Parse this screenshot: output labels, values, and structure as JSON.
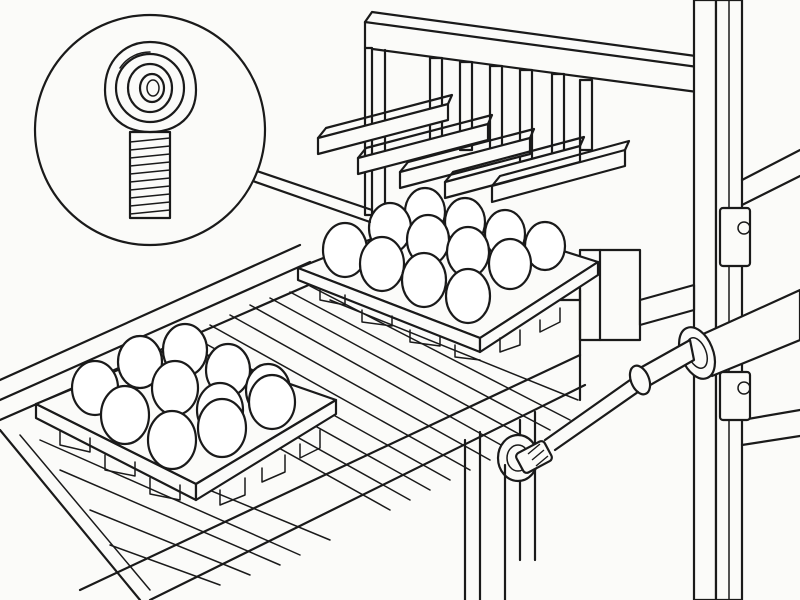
{
  "scene": {
    "style": "black line-art illustration",
    "background_color": "#fbfbf9",
    "line_color": "#1a1a1a",
    "components": [
      {
        "name": "detail-callout",
        "icon": "rod-end-bearing-icon"
      },
      {
        "name": "gantry-frame"
      },
      {
        "name": "pusher-arms",
        "count": 5
      },
      {
        "name": "roller-conveyor"
      },
      {
        "name": "egg-tray-near",
        "eggs": 12
      },
      {
        "name": "egg-tray-far",
        "eggs": 12
      },
      {
        "name": "pneumatic-cylinder"
      },
      {
        "name": "bearing-end-joint"
      }
    ]
  }
}
